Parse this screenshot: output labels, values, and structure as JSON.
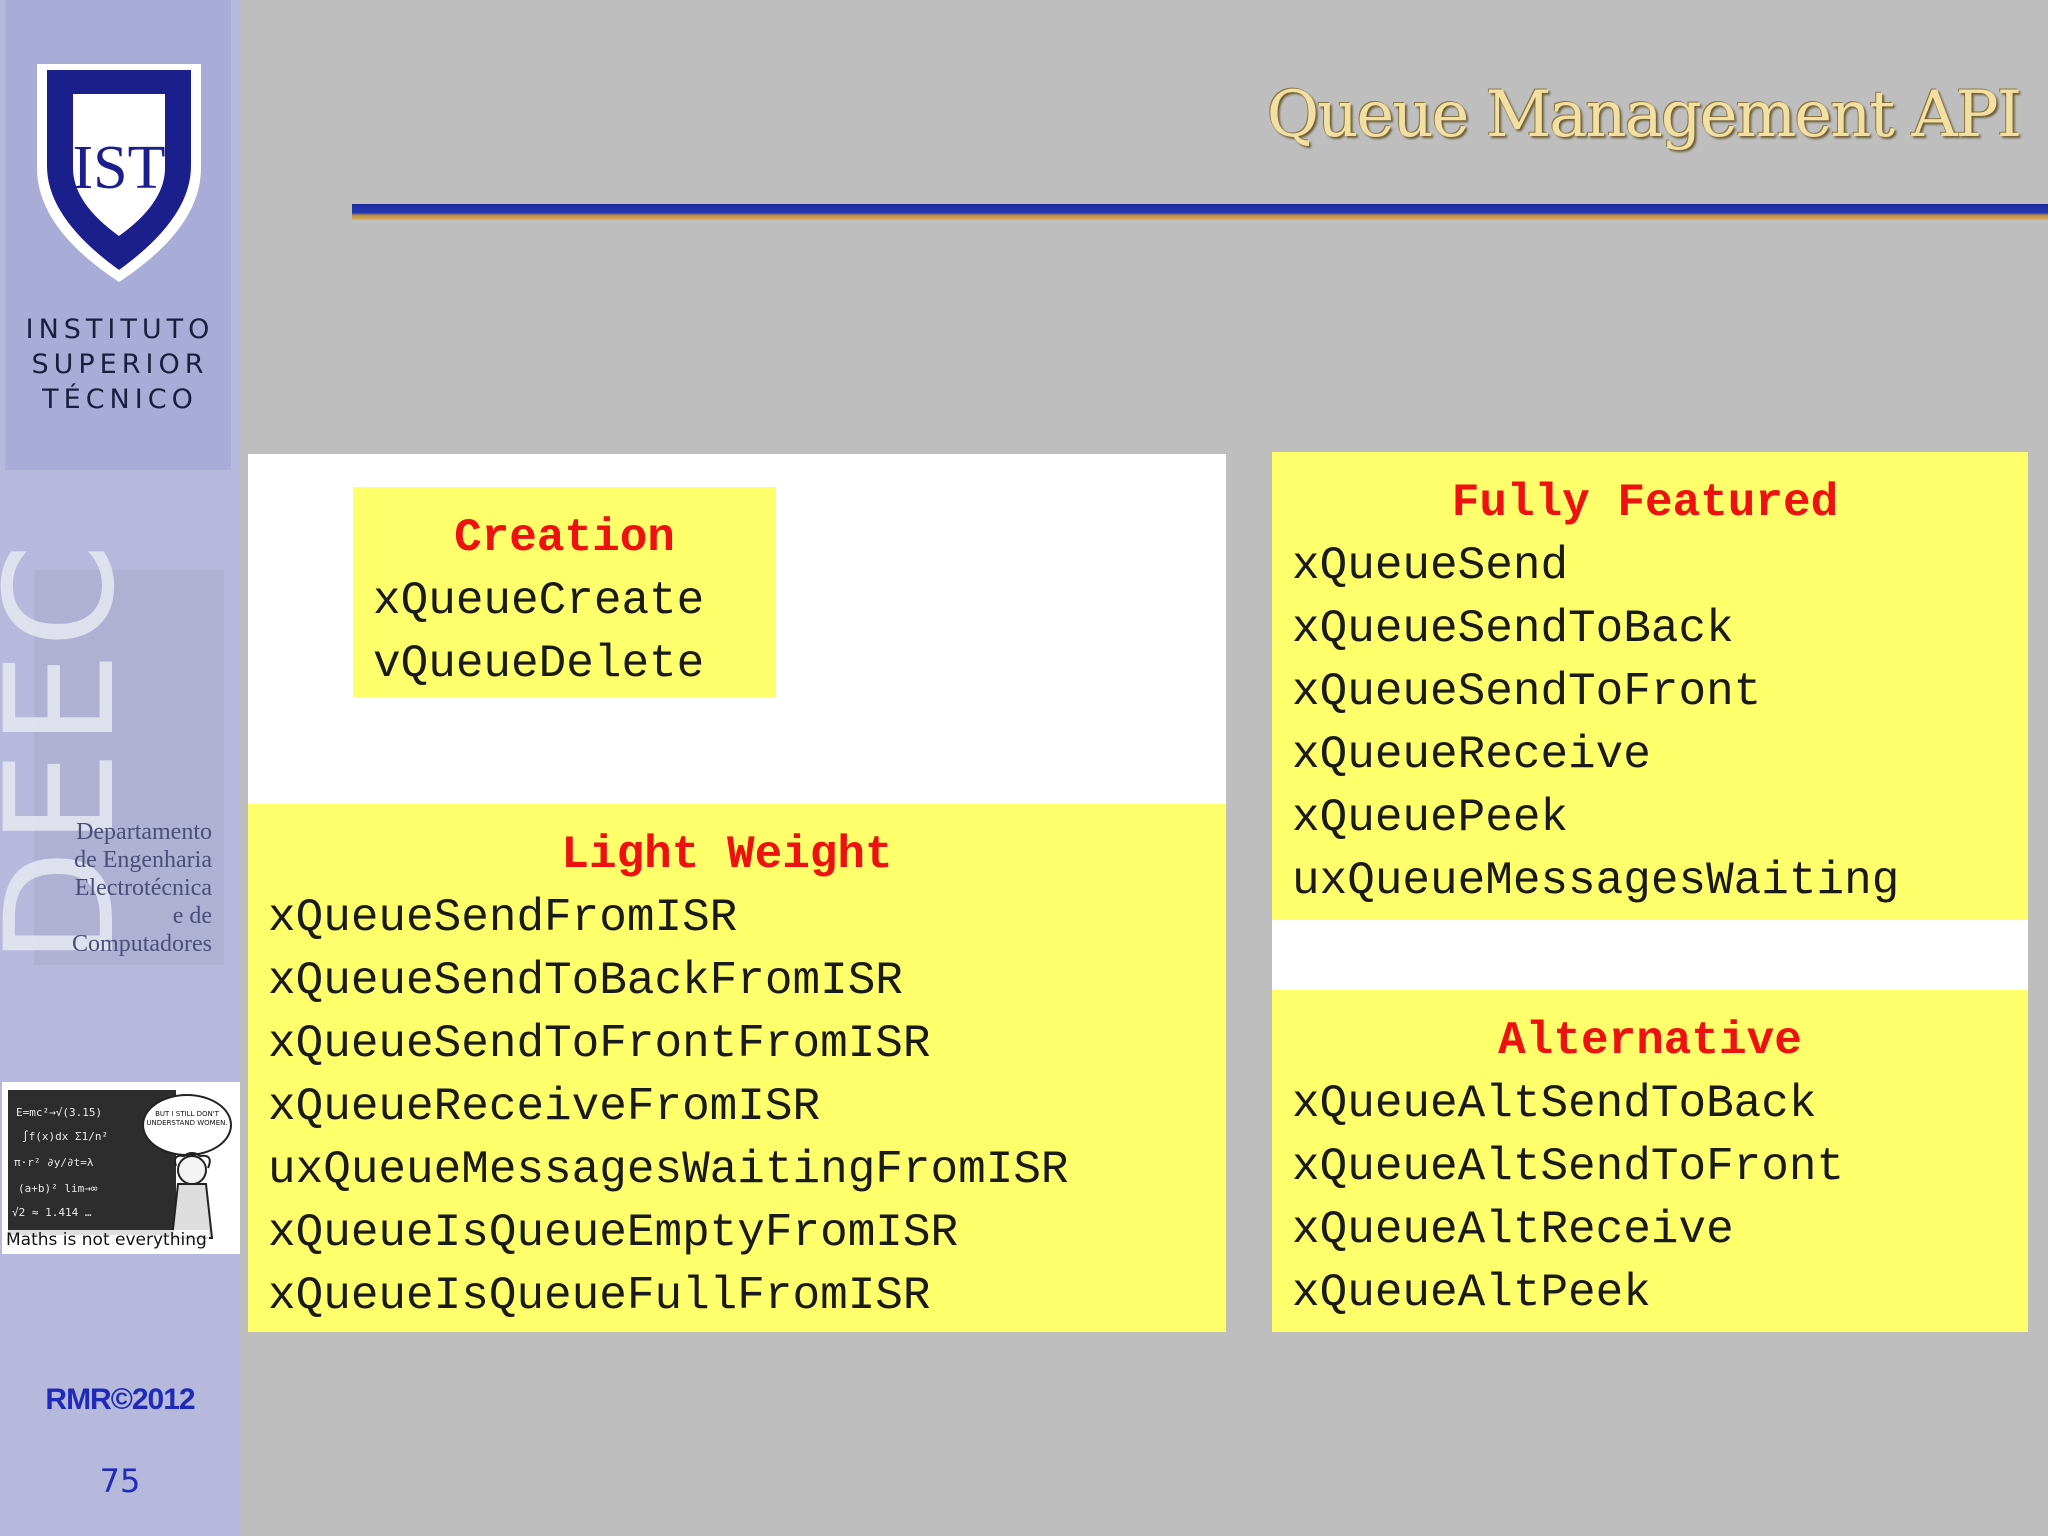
{
  "slide": {
    "title": "Queue Management API",
    "copyright": "RMR©2012",
    "page_number": "75"
  },
  "sidebar": {
    "institute_lines": [
      "INSTITUTO",
      "SUPERIOR",
      "TÉCNICO"
    ],
    "logo_text": "IST",
    "dept_letters": "DEEC",
    "dept_lines": [
      "Departamento",
      "de Engenharia",
      "Electrotécnica",
      "e de",
      "Computadores"
    ],
    "cartoon_bubble": "BUT I STILL DON'T UNDERSTAND WOMEN.",
    "cartoon_caption": "Maths is not everything"
  },
  "groups": {
    "creation": {
      "heading": "Creation",
      "items": [
        "xQueueCreate",
        "vQueueDelete"
      ]
    },
    "light_weight": {
      "heading": "Light Weight",
      "items": [
        "xQueueSendFromISR",
        "xQueueSendToBackFromISR",
        "xQueueSendToFrontFromISR",
        "xQueueReceiveFromISR",
        "uxQueueMessagesWaitingFromISR",
        "xQueueIsQueueEmptyFromISR",
        "xQueueIsQueueFullFromISR"
      ]
    },
    "fully_featured": {
      "heading": "Fully Featured",
      "items": [
        "xQueueSend",
        "xQueueSendToBack",
        "xQueueSendToFront",
        "xQueueReceive",
        "xQueuePeek",
        "uxQueueMessagesWaiting"
      ]
    },
    "alternative": {
      "heading": "Alternative",
      "items": [
        "xQueueAltSendToBack",
        "xQueueAltSendToFront",
        "xQueueAltReceive",
        "xQueueAltPeek"
      ]
    }
  },
  "colors": {
    "heading_red": "#ee1111",
    "box_yellow": "#ffff6b",
    "title_gold": "#f4dfa2",
    "accent_blue": "#1f2bb8"
  }
}
